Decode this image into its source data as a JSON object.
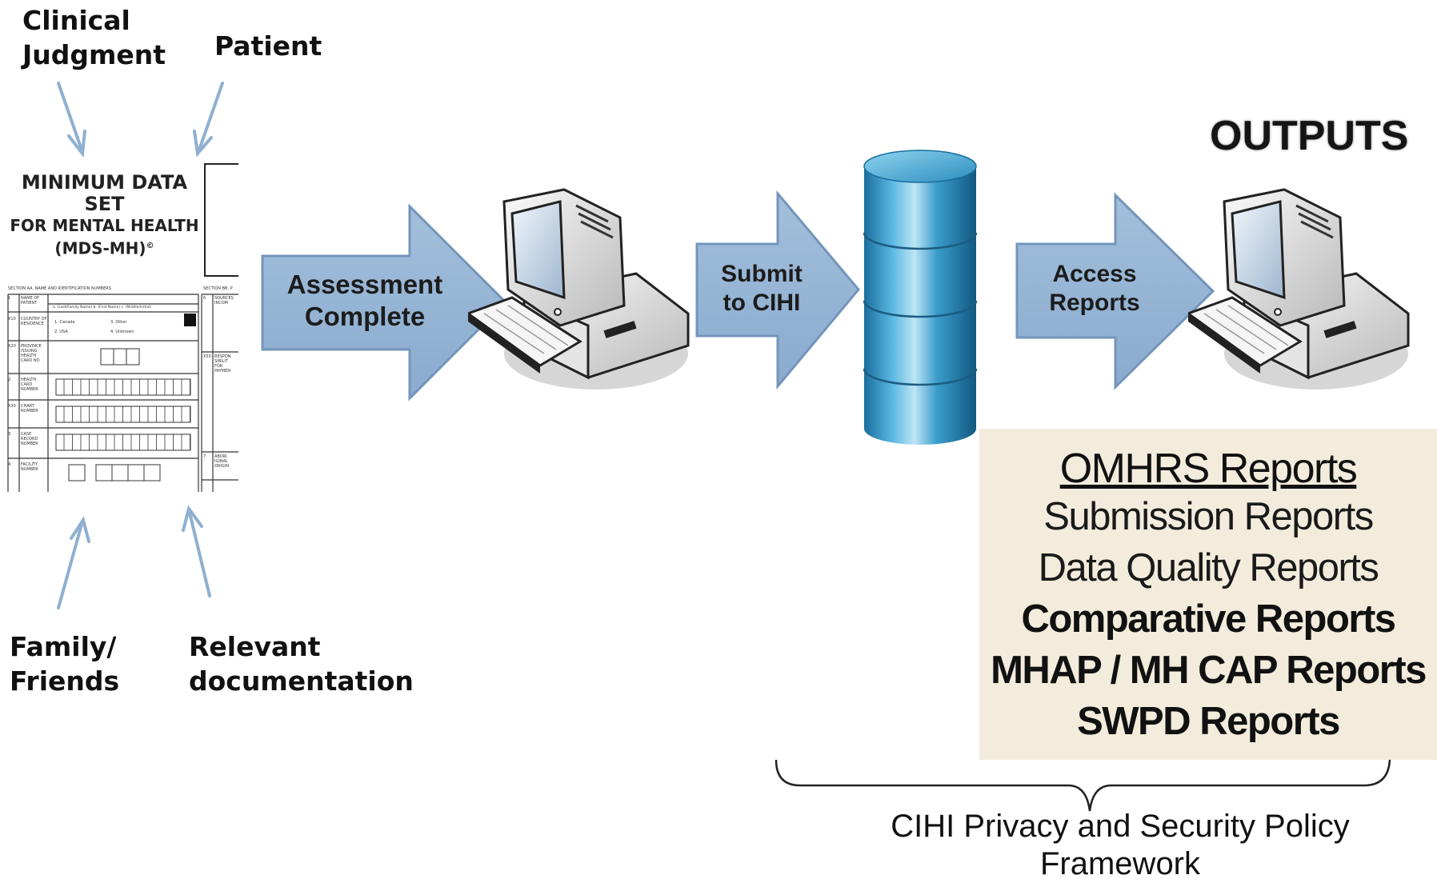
{
  "sources": {
    "clinical_judgment": "Clinical\nJudgment",
    "patient": "Patient",
    "family_friends": "Family/\nFriends",
    "relevant_documentation": "Relevant\ndocumentation"
  },
  "form": {
    "title_line1": "MINIMUM DATA SET",
    "title_line2": "FOR MENTAL HEALTH",
    "title_line3": "(MDS-MH)",
    "copyright": "©",
    "section_aa": "SECTION AA. NAME AND IDENTIFICATION NUMBERS",
    "section_bb": "SECTION BB. P",
    "rows": [
      {
        "num": "1",
        "label": "NAME OF PATIENT"
      },
      {
        "num": "X10",
        "label": "COUNTRY OF RESIDENCE"
      },
      {
        "num": "X20",
        "label": "PROVINCE ISSUING HEALTH CARD NO"
      },
      {
        "num": "2",
        "label": "HEALTH CARD NUMBER"
      },
      {
        "num": "X30",
        "label": "CHART NUMBER"
      },
      {
        "num": "3",
        "label": "CASE RECORD NUMBER"
      },
      {
        "num": "4",
        "label": "FACILITY NUMBER"
      }
    ],
    "name_fields": "a. (Last/Family Name)   b. (First Name)   c. (Middle/Initial)",
    "country_options": [
      "1. Canada",
      "2. USA",
      "3. Other",
      "4. Unknown"
    ],
    "right_rows": [
      {
        "num": "6",
        "label": "SOURCES INCOM"
      },
      {
        "num": "X50",
        "label": "RESPON SIBILIT FOR PAYMEN"
      },
      {
        "num": "7",
        "label": "ABORI IGINAL ORIGIN"
      }
    ]
  },
  "arrows": {
    "assessment": "Assessment\nComplete",
    "submit": "Submit\nto CIHI",
    "access": "Access\nReports"
  },
  "outputs_title": "OUTPUTS",
  "reports": {
    "heading": "OMHRS Reports",
    "items": [
      {
        "label": "Submission Reports",
        "style": "light"
      },
      {
        "label": "Data Quality Reports",
        "style": "light"
      },
      {
        "label": "Comparative Reports",
        "style": "bold"
      },
      {
        "label": "MHAP / MH CAP Reports",
        "style": "bold"
      },
      {
        "label": "SWPD Reports",
        "style": "bold"
      }
    ]
  },
  "framework_label": "CIHI Privacy and Security Policy\nFramework",
  "colors": {
    "arrow_fill": "#93b3d3",
    "arrow_stroke": "#7495bb",
    "source_arrow": "#8fb0d0",
    "db_main": "#2a8fc2",
    "reports_bg": "#f3ecdc"
  }
}
